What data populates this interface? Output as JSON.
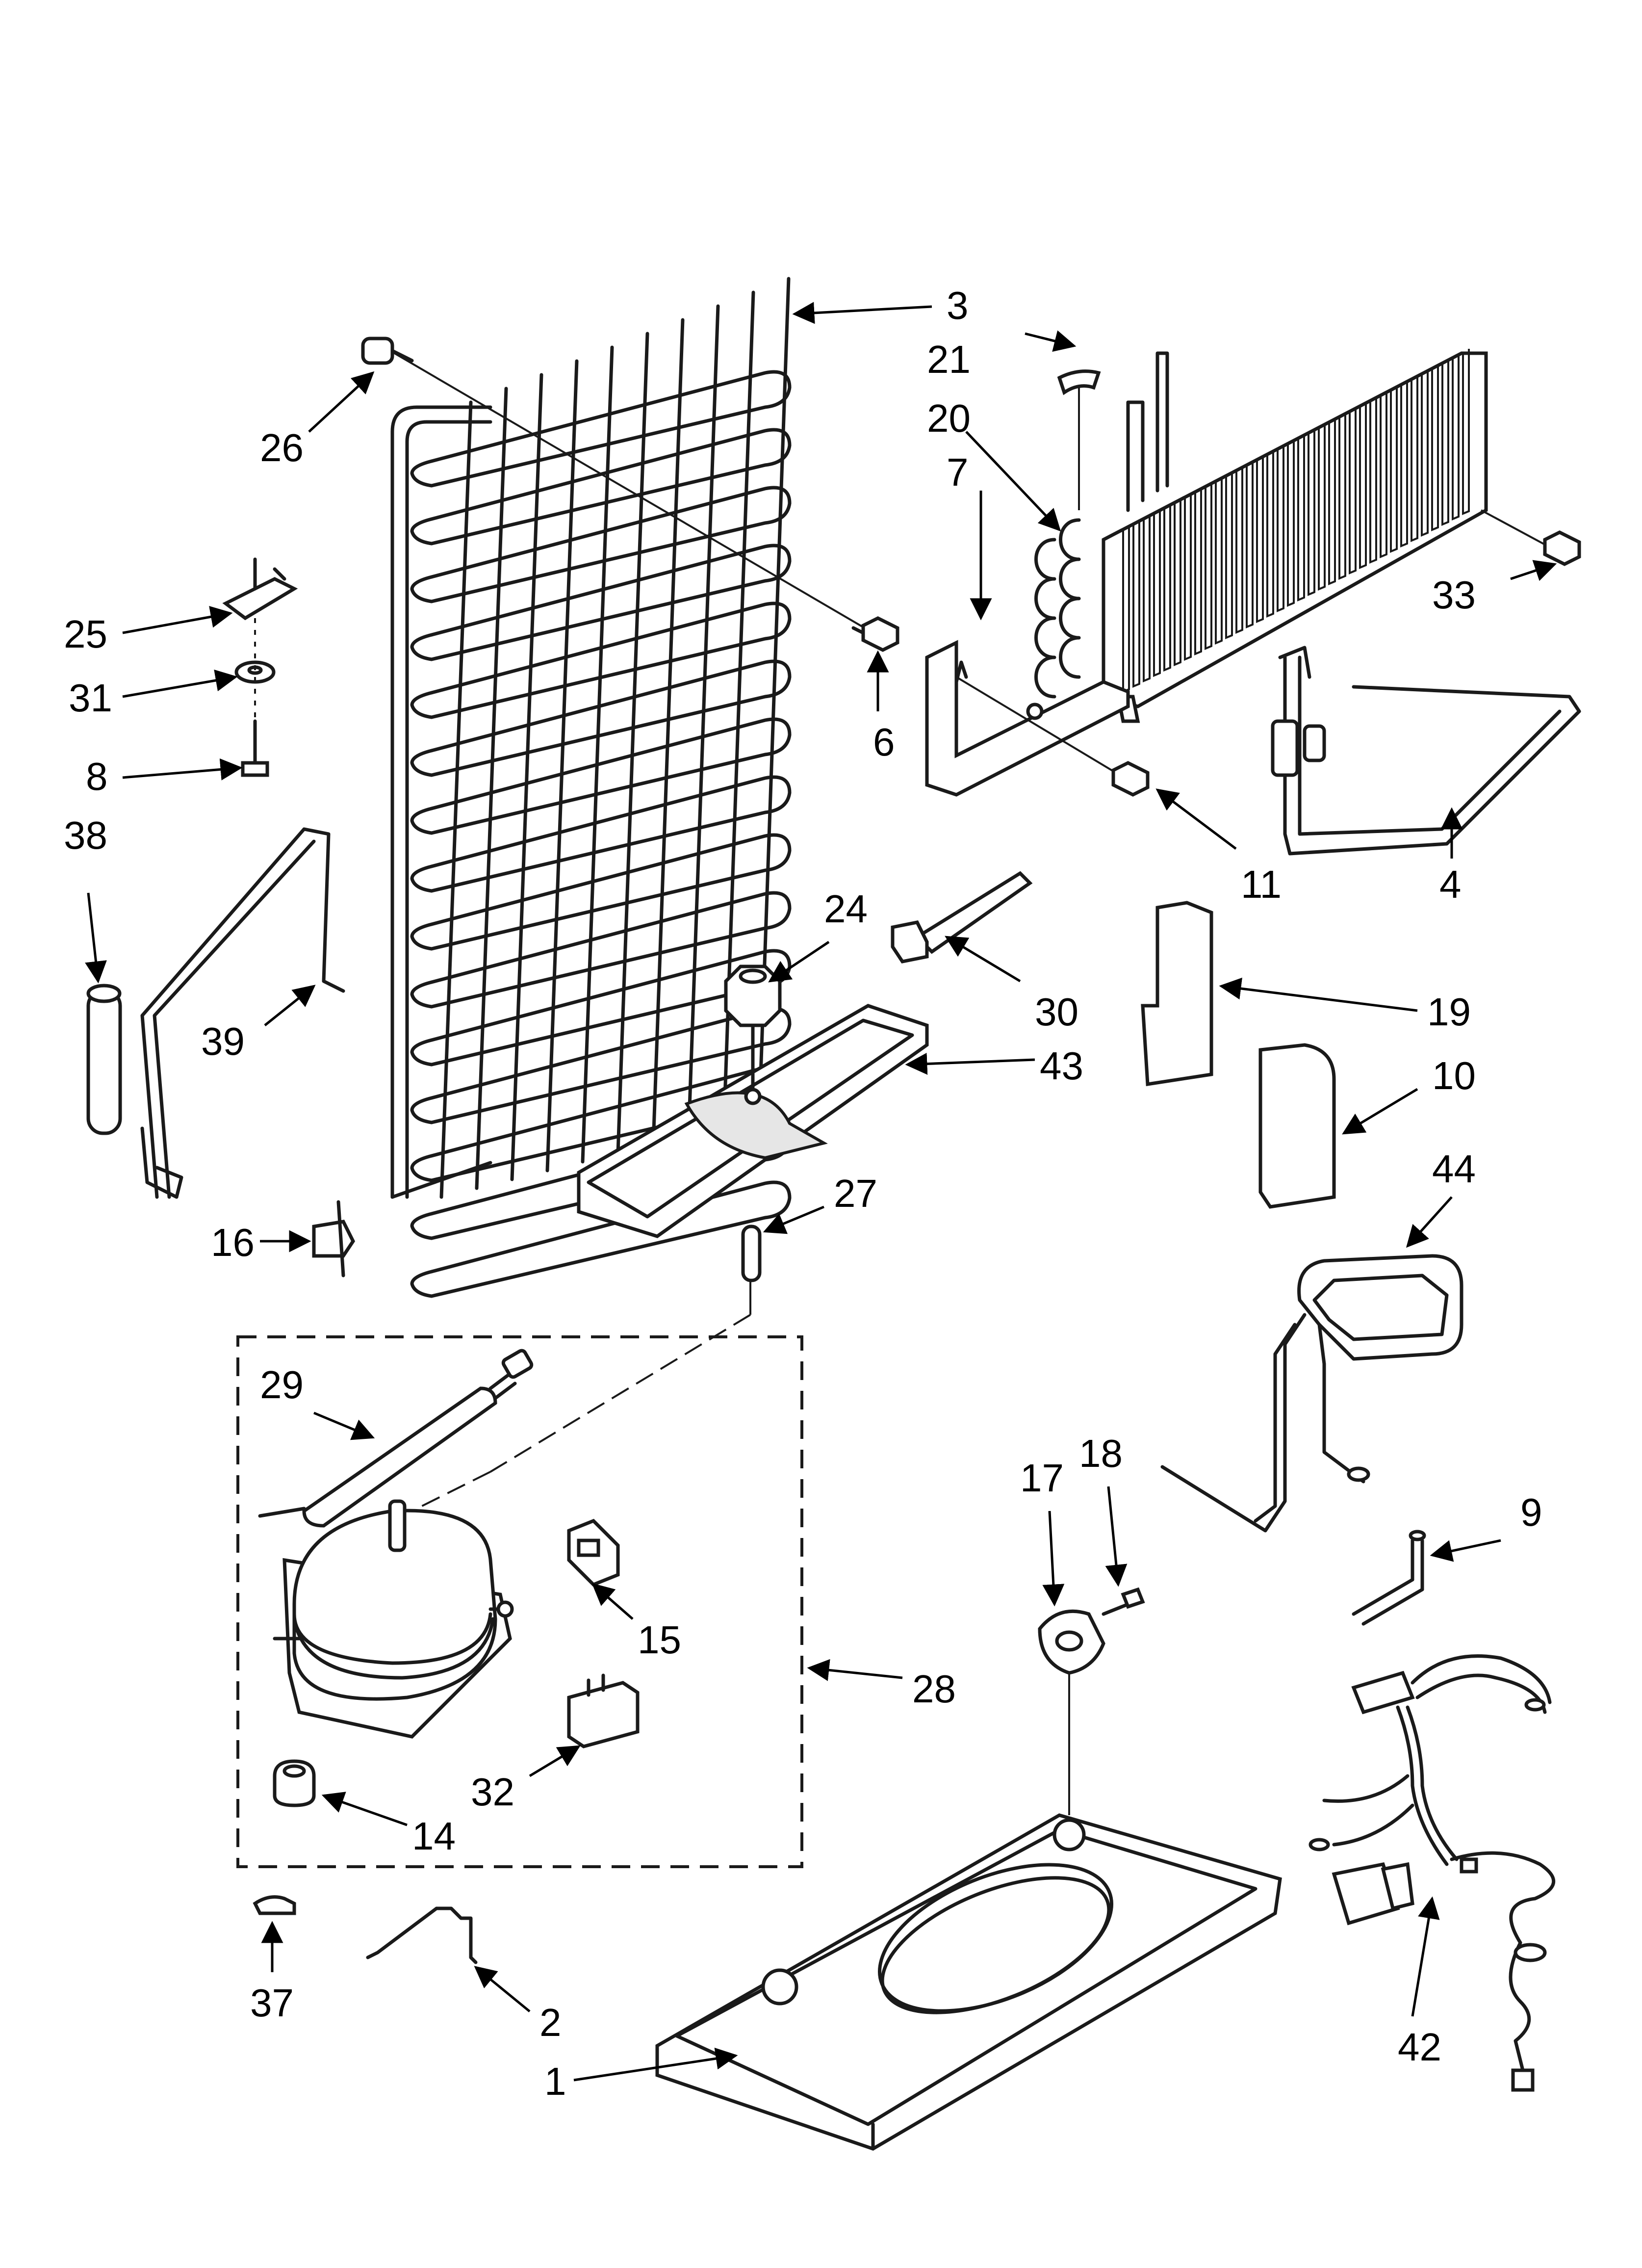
{
  "callouts": {
    "c1": "1",
    "c2": "2",
    "c3": "3",
    "c4": "4",
    "c6": "6",
    "c7": "7",
    "c8": "8",
    "c9": "9",
    "c10": "10",
    "c11": "11",
    "c14": "14",
    "c15": "15",
    "c16": "16",
    "c17": "17",
    "c18": "18",
    "c19": "19",
    "c20": "20",
    "c21": "21",
    "c24": "24",
    "c25": "25",
    "c26": "26",
    "c27": "27",
    "c28": "28",
    "c29": "29",
    "c30": "30",
    "c31": "31",
    "c32": "32",
    "c33": "33",
    "c37": "37",
    "c38": "38",
    "c39": "39",
    "c42": "42",
    "c43": "43",
    "c44": "44"
  },
  "colors": {
    "line": "#1a1a1a",
    "background": "#ffffff",
    "shade": "#e6e6e6"
  }
}
